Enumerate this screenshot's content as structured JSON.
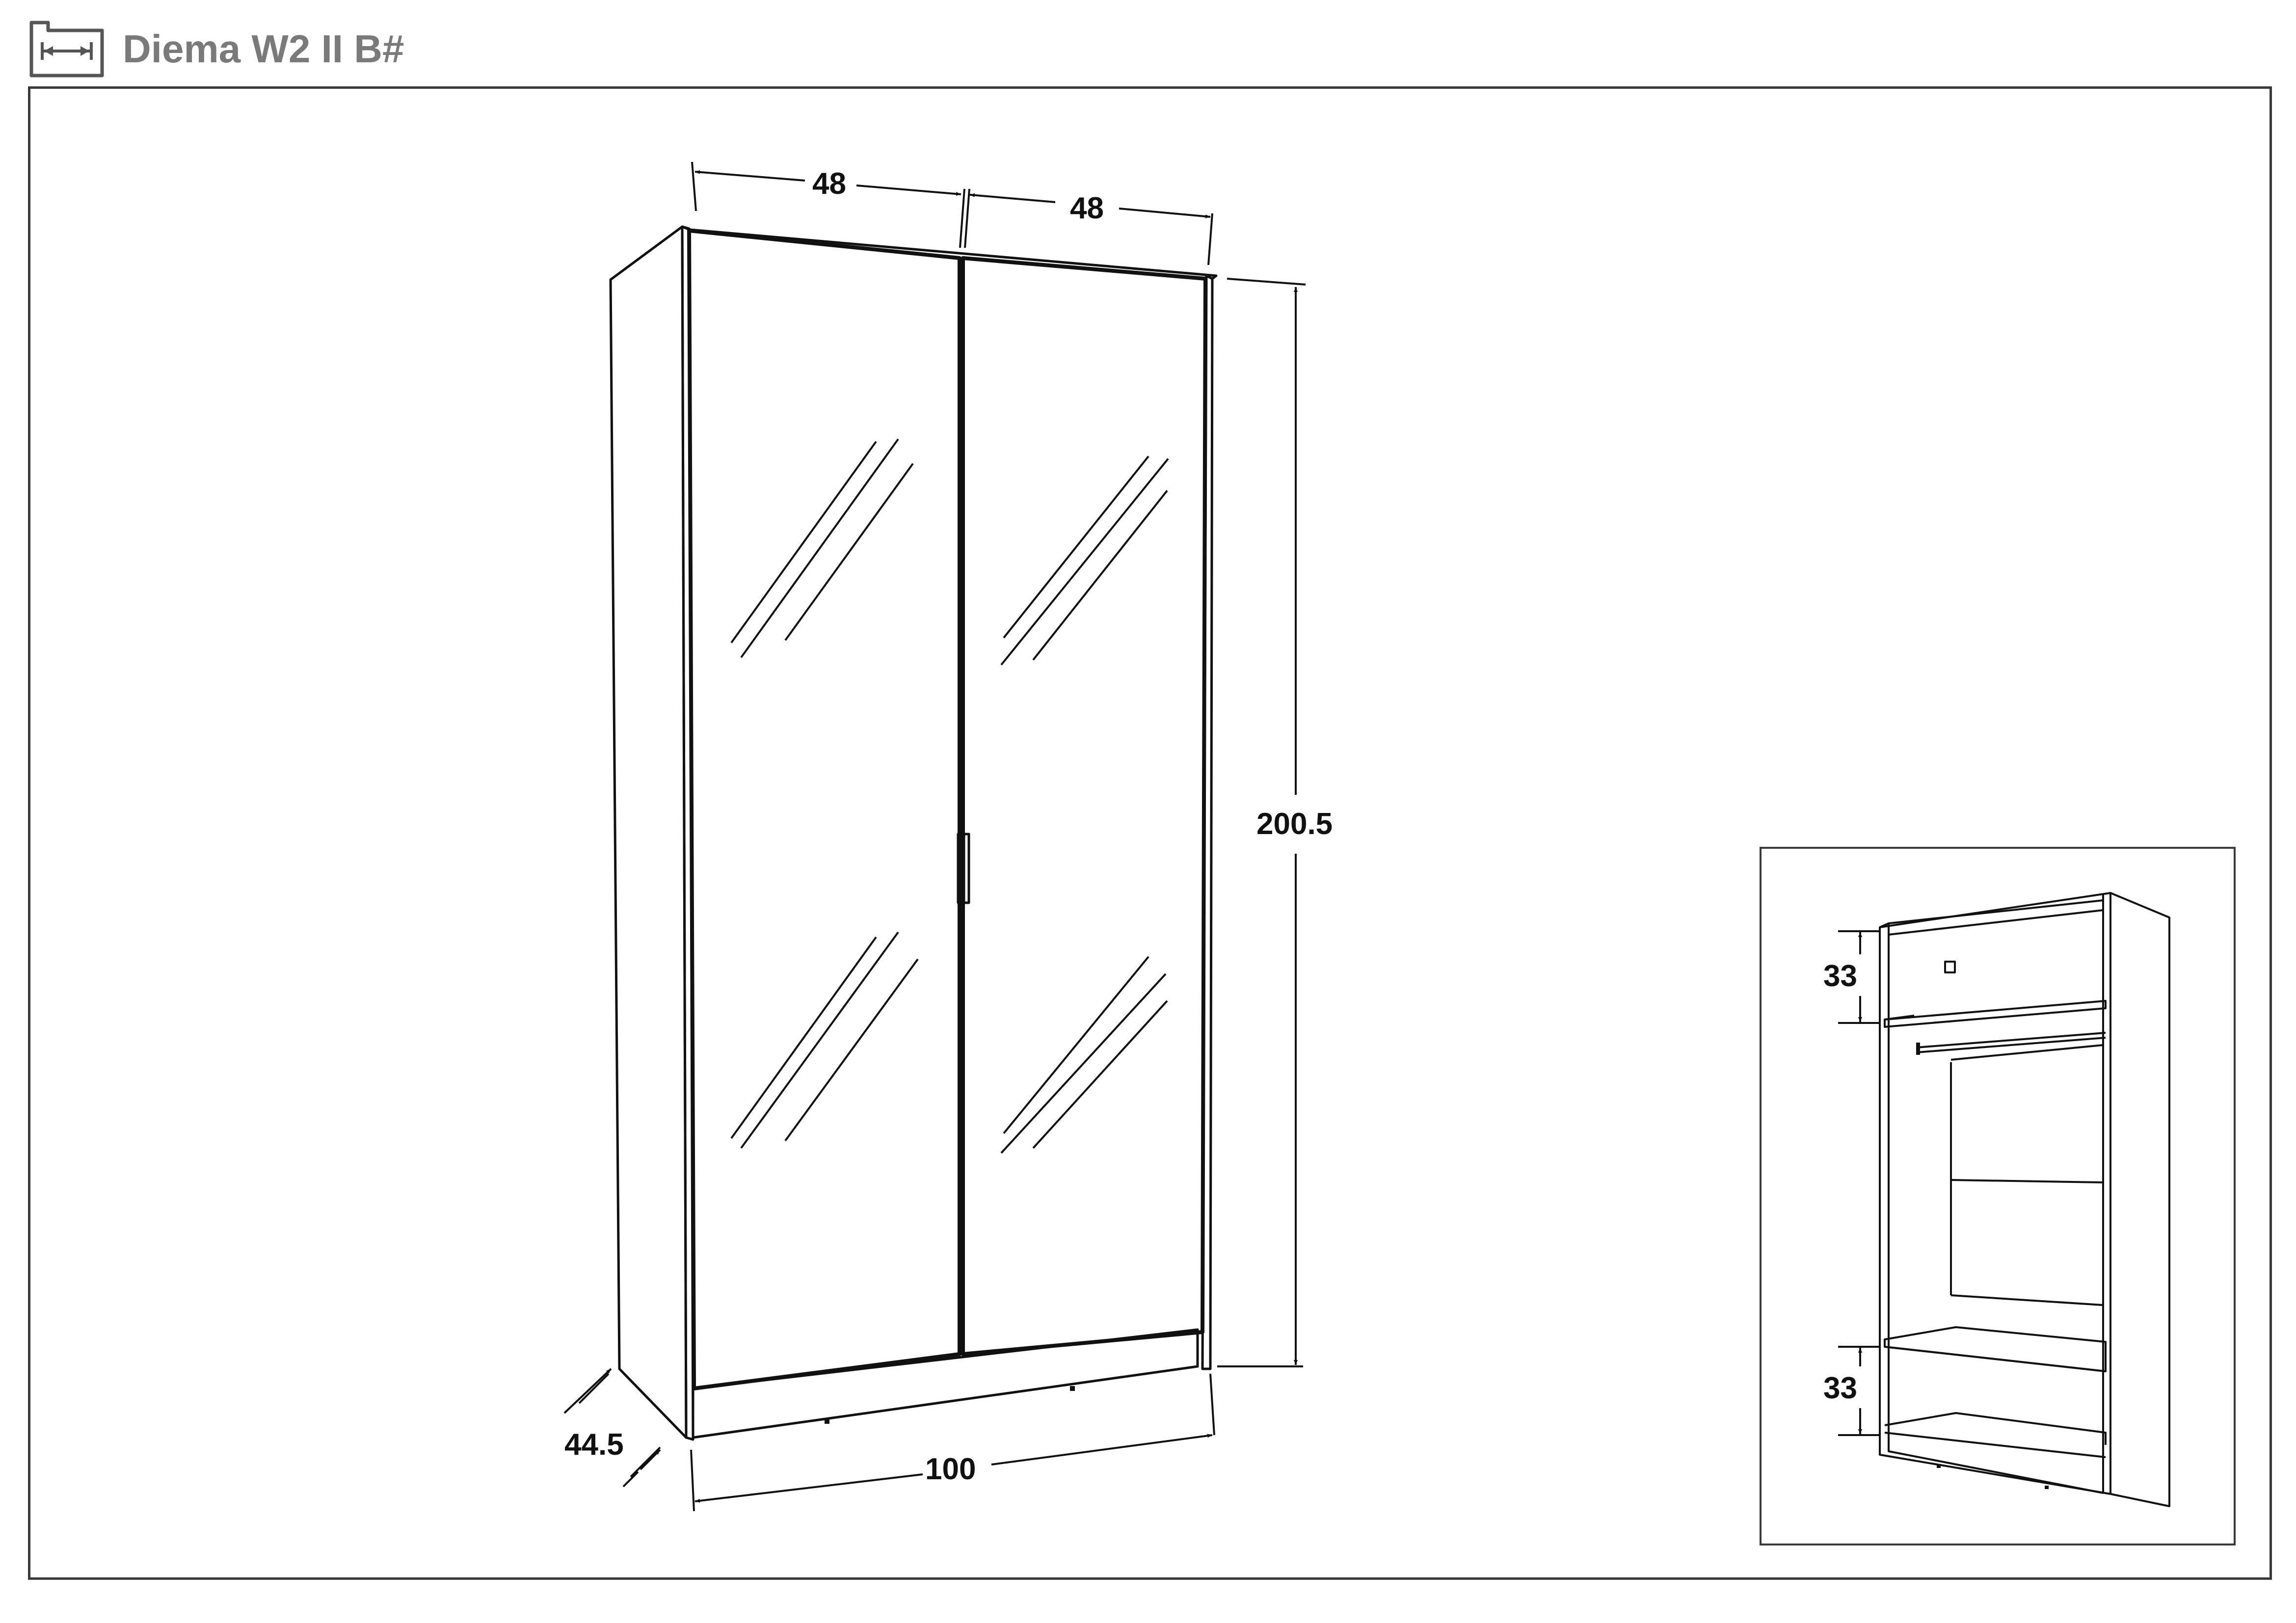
{
  "header": {
    "title": "Diema W2 II B#",
    "icon": "dimensions-icon"
  },
  "main_view": {
    "door_width_left": "48",
    "door_width_right": "48",
    "height": "200.5",
    "depth": "44.5",
    "total_width": "100"
  },
  "inset_view": {
    "top_compartment_height": "33",
    "bottom_compartment_height": "33"
  },
  "colors": {
    "line": "#111111",
    "frame": "#3a3a3a",
    "title": "#7a7a7a"
  }
}
